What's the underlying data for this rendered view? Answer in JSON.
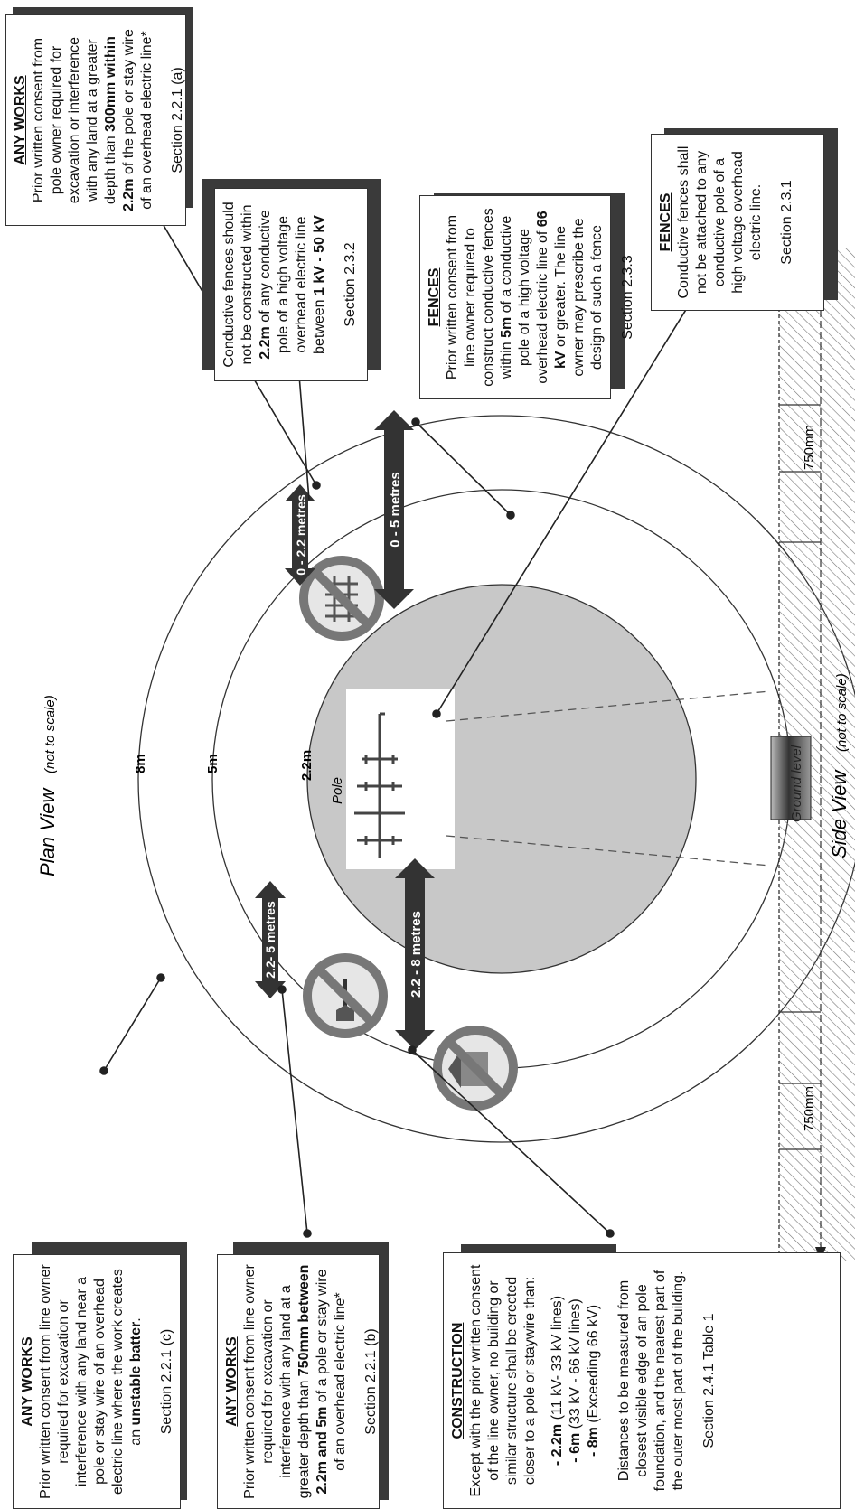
{
  "labels": {
    "plan_view": "Plan View",
    "plan_view_note": "(not to scale)",
    "side_view": "Side View",
    "side_view_note": "(not to scale)",
    "ring_8m": "8m",
    "ring_5m": "5m",
    "ring_22m": "2.2m",
    "pole": "Pole",
    "ground_level": "Ground level",
    "dim_left": "750mm",
    "dim_right": "750mm",
    "arrow_0_22": "0 - 2.2 metres",
    "arrow_0_5": "0 - 5 metres",
    "arrow_22_5": "2.2- 5 metres",
    "arrow_22_8": "2.2 - 8 metres"
  },
  "boxes": {
    "top1": {
      "title": "ANY WORKS",
      "text_a": "Prior written consent from pole owner required for excavation or interference with any land at a greater depth than ",
      "bold_a": "300mm",
      "text_b": " ",
      "bold_b": "within 2.2m",
      "text_c": " of the pole or stay wire of an overhead electric line*",
      "section": "Section 2.2.1 (a)"
    },
    "top2": {
      "text_a": "Conductive fences should not be constructed within ",
      "bold_a": "2.2m",
      "text_b": " of any conductive pole of a high voltage overhead electric line between ",
      "bold_b": "1 kV - 50 kV",
      "section": "Section 2.3.2"
    },
    "top3": {
      "title": "FENCES",
      "text_a": "Prior written consent from line owner required to construct conductive fences within ",
      "bold_a": "5m",
      "text_b": " of a conductive pole of a high voltage overhead electric line of ",
      "bold_b": "66 kV",
      "text_c": " or greater. The line owner may prescribe the design of such a fence",
      "section": "Section 2.3.3"
    },
    "top4": {
      "title": "FENCES",
      "text_a": "Conductive fences shall not be attached to any conductive pole of a high voltage overhead electric line.",
      "section": "Section 2.3.1"
    },
    "bot1": {
      "title": "ANY WORKS",
      "text_a": "Prior written consent from line owner required for excavation or interference with any land near a pole or stay wire of an overhead electric line where the work creates an ",
      "bold_a": "unstable batter",
      "text_b": ".",
      "section": "Section 2.2.1 (c)"
    },
    "bot2": {
      "title": "ANY WORKS",
      "text_a": "Prior written consent from line owner required for excavation or interference with any land at a greater depth than ",
      "bold_a": "750mm between 2.2m and 5m",
      "text_b": " of a pole or stay wire of an overhead electric line*",
      "section": "Section 2.2.1 (b)"
    },
    "bot3": {
      "title": "CONSTRUCTION",
      "text_a": "Except with the prior written consent of the line owner, no building or similar structure shall be erected closer to a pole or staywire than:",
      "item1_bold": "- 2.2m",
      "item1_text": " (11 kV- 33 kV lines)",
      "item2_bold": "- 6m",
      "item2_text": " (33 kV - 66 kV lines)",
      "item3_bold": "- 8m",
      "item3_text": "  (Exceeding 66 kV)",
      "text_b": "Distances to be measured from closest visible edge of an pole foundation, and the nearest part of the outer most part of the building.",
      "section": "Section 2.4.1 Table 1"
    }
  },
  "colors": {
    "zone_fill": "#c8c8c8",
    "arrow": "#333333",
    "no_sign": "#777777",
    "shadow": "#3a3a3a"
  }
}
